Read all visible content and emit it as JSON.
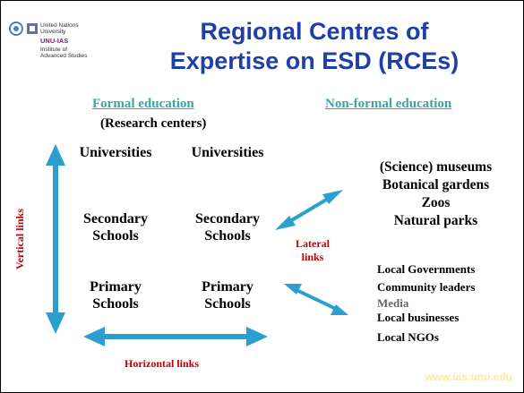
{
  "title": {
    "line1": "Regional Centres of",
    "line2": "Expertise on ESD (RCEs)"
  },
  "logo": {
    "org1": "United Nations",
    "org1b": "University",
    "org2": "UNU-IAS",
    "org3": "Institute of",
    "org3b": "Advanced Studies",
    "icon": "un-emblem-icon"
  },
  "formal": {
    "header": "Formal education",
    "research": "(Research centers)",
    "col1": [
      "Universities",
      "Secondary",
      "Schools",
      "Primary",
      "Schools"
    ],
    "col2": [
      "Universities",
      "Secondary",
      "Schools",
      "Primary",
      "Schools"
    ]
  },
  "nonformal": {
    "header": "Non-formal education",
    "group1": [
      "(Science) museums",
      "Botanical gardens",
      "Zoos",
      "Natural parks"
    ],
    "group2": [
      "Local Governments",
      "Community leaders",
      "Media",
      "Local businesses",
      "Local NGOs"
    ]
  },
  "links": {
    "vertical": "Vertical links",
    "lateral1": "Lateral",
    "lateral2": "links",
    "horizontal": "Horizontal links"
  },
  "footer": {
    "url": "www.ias.unu.edu"
  },
  "colors": {
    "title": "#1f3fa8",
    "header": "#33a8a8",
    "link_label": "#c00000",
    "arrow": "#2a9fd0"
  }
}
